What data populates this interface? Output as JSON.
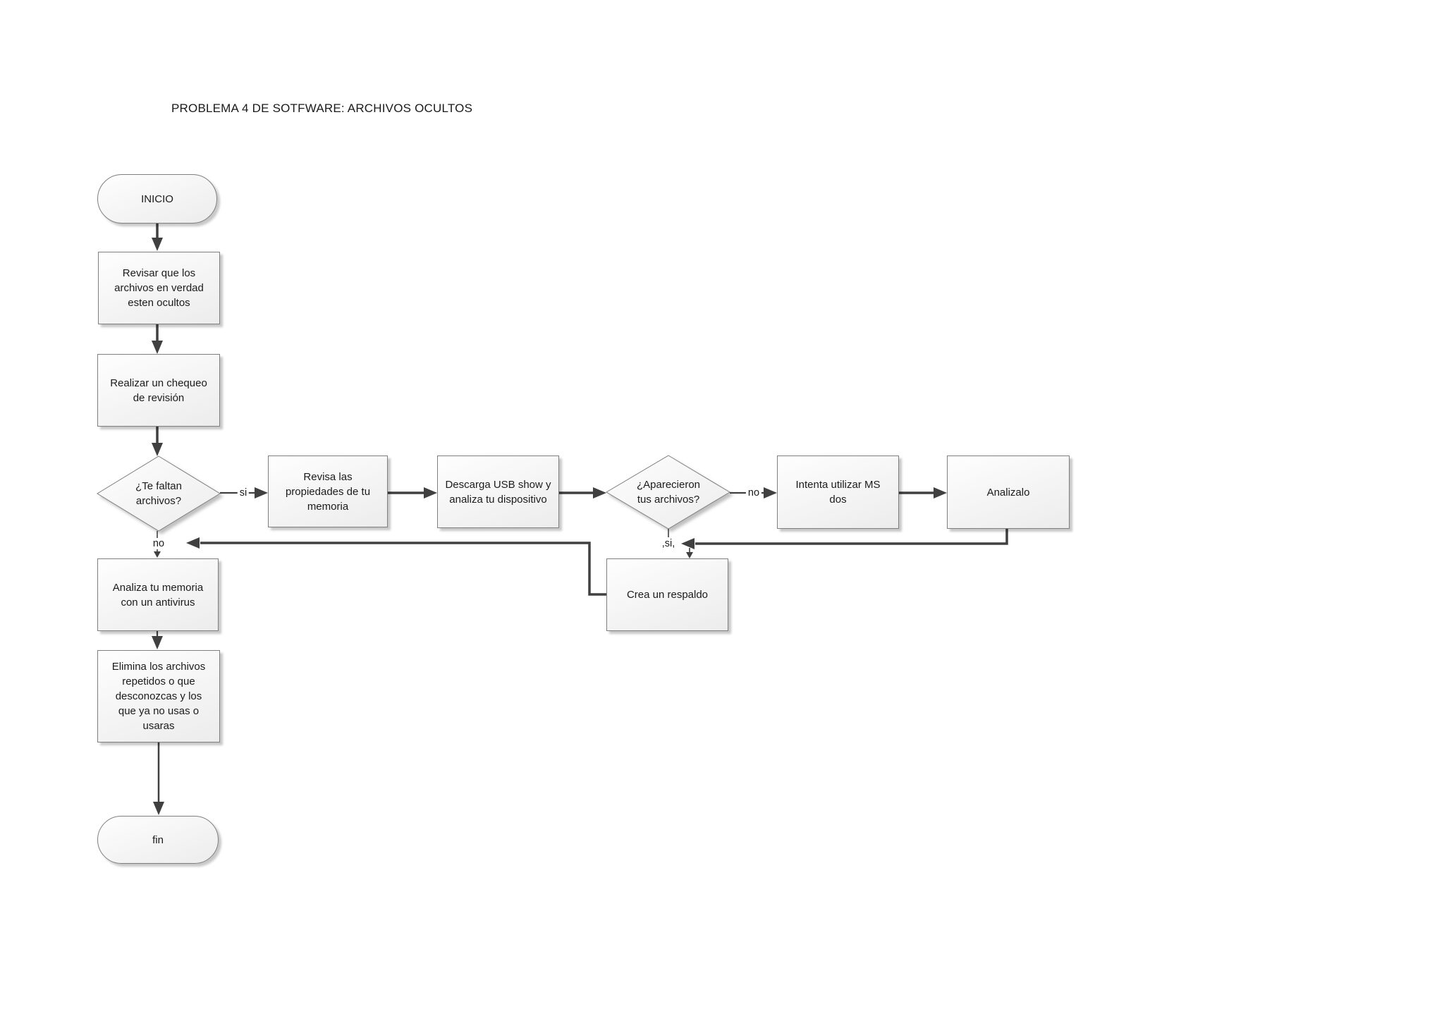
{
  "flowchart": {
    "title": "PROBLEMA 4 DE SOTFWARE: ARCHIVOS OCULTOS",
    "nodes": {
      "inicio": "INICIO",
      "revisar_archivos": "Revisar que los archivos en verdad esten ocultos",
      "chequeo_revision": "Realizar un chequeo de revisión",
      "te_faltan_archivos": "¿Te faltan archivos?",
      "revisa_propiedades": "Revisa las propiedades de tu memoria",
      "descarga_usb_show": "Descarga USB show y analiza tu dispositivo",
      "aparecieron_archivos": "¿Aparecieron tus archivos?",
      "intenta_ms_dos": "Intenta utilizar MS dos",
      "analizalo": "Analizalo",
      "crea_respaldo": "Crea un respaldo",
      "analiza_antivirus": "Analiza tu memoria con un antivirus",
      "elimina_archivos": "Elimina los archivos repetidos o que desconozcas y los que ya no usas o usaras",
      "fin": "fin"
    },
    "edge_labels": {
      "si_faltan": "si",
      "no_faltan": "no",
      "no_aparecieron": "no",
      "si_aparecieron": ",si,"
    },
    "colors": {
      "line_color": "#404040",
      "node_border": "#7f7f7f",
      "text_color": "#1b1b1b",
      "fill_light": "#fefefe",
      "fill_dark": "#ececec"
    }
  }
}
